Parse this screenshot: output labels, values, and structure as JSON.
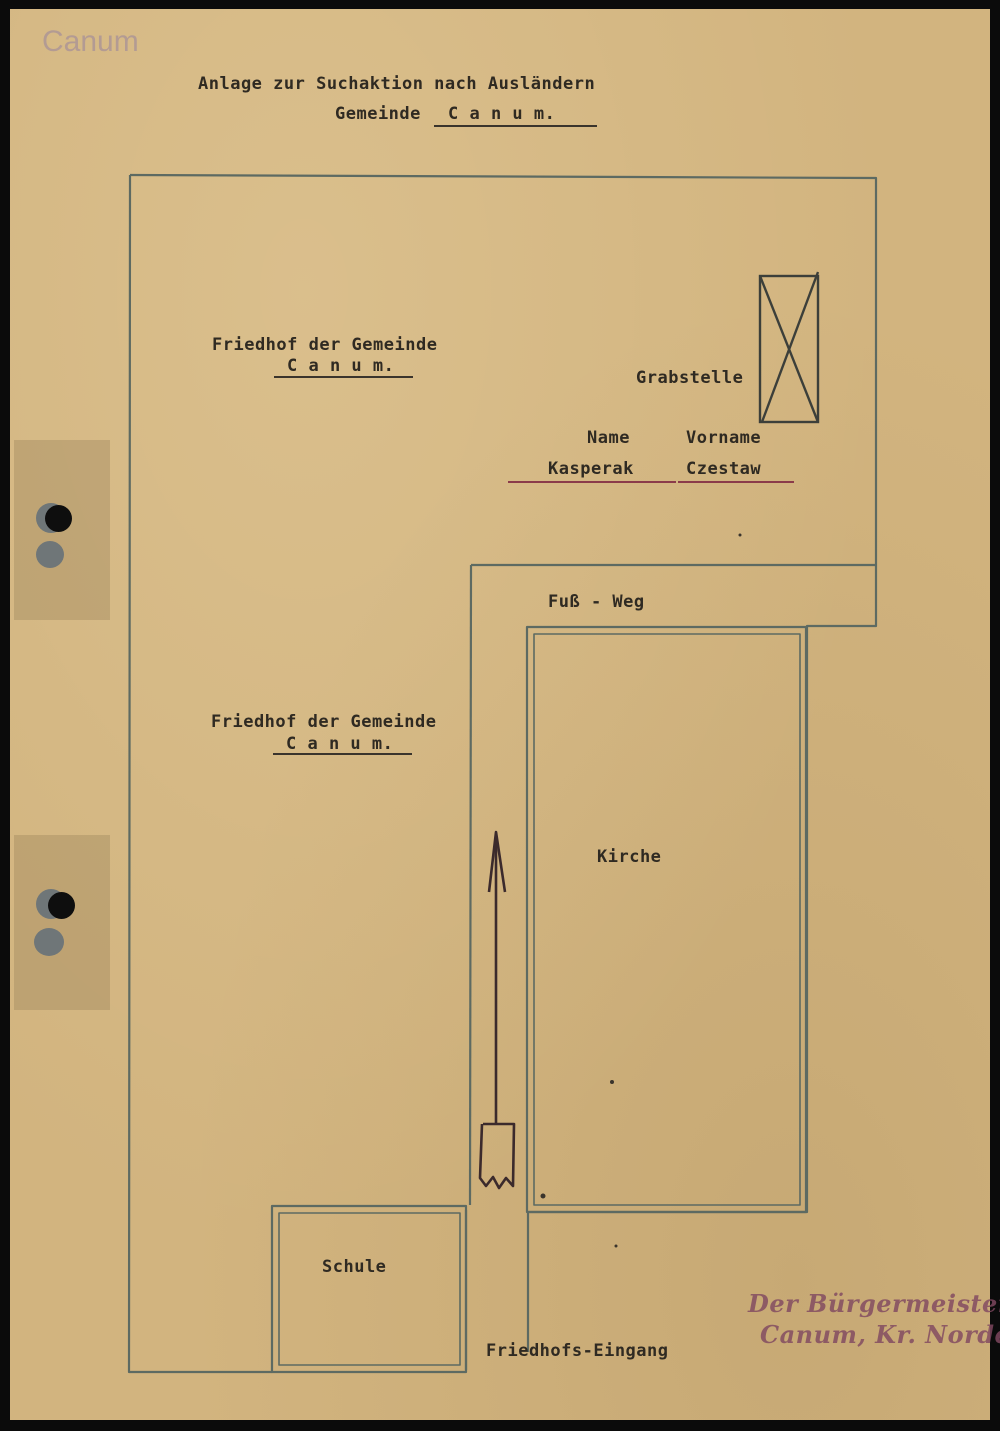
{
  "header": {
    "pencil_note": "Canum",
    "title_line1": "Anlage zur Suchaktion nach Ausländern",
    "title_line2_prefix": "Gemeinde",
    "title_line2_name": "C a n u m."
  },
  "map": {
    "cemetery_upper": {
      "label": "Friedhof der Gemeinde",
      "name": "C a n u m."
    },
    "cemetery_lower": {
      "label": "Friedhof der Gemeinde",
      "name": "C a n u m."
    },
    "grave_label": "Grabstelle",
    "name_header": "Name",
    "first_name_header": "Vorname",
    "name_value": "Kasperak",
    "first_name_value": "Czestaw",
    "footpath_label": "Fuß - Weg",
    "church_label": "Kirche",
    "school_label": "Schule",
    "entrance_label": "Friedhofs-Eingang"
  },
  "stamp": {
    "line1": "Der Bürgermeister",
    "line2": "Canum, Kr. Norden"
  },
  "colors": {
    "paper": "#d2b47f",
    "lines": "#5d6a62",
    "ink": "#2f2a22",
    "arrow": "#3b2a2c",
    "stamp": "#804860"
  }
}
